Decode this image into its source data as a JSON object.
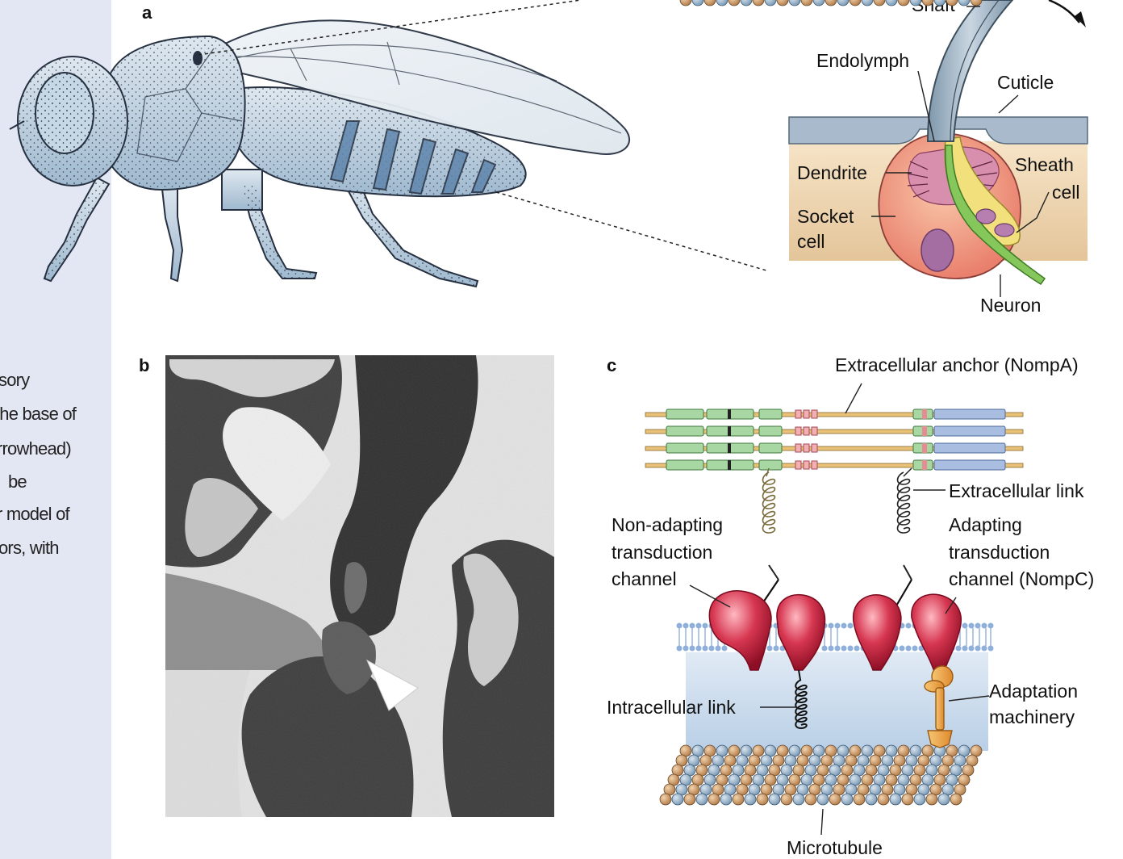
{
  "caption_fragments": [
    "sory",
    "the base of",
    "rrowhead)",
    "be",
    "r model of",
    "ors, with"
  ],
  "panels": {
    "a": "a",
    "b": "b",
    "c": "c"
  },
  "panel_a_labels": {
    "shaft": "Shaft",
    "endolymph": "Endolymph",
    "cuticle": "Cuticle",
    "dendrite": "Dendrite",
    "sheath_line1": "Sheath",
    "sheath_line2": "cell",
    "socket_line1": "Socket",
    "socket_line2": "cell",
    "neuron": "Neuron"
  },
  "panel_c_labels": {
    "anchor": "Extracellular anchor (NompA)",
    "extracellular_link": "Extracellular link",
    "nonadapt_line1": "Non-adapting",
    "nonadapt_line2": "transduction",
    "nonadapt_line3": "channel",
    "adapt_line1": "Adapting",
    "adapt_line2": "transduction",
    "adapt_line3": "channel (NompC)",
    "intracellular_link": "Intracellular link",
    "adaptation_line1": "Adaptation",
    "adaptation_line2": "machinery",
    "microtubule": "Microtubule"
  },
  "colors": {
    "sidebar": "#e3e6f3",
    "fly_body": "#b9cfe0",
    "cuticle": "#a9bccb",
    "tissue": "#ecd2ac",
    "socket_cell": "#ef9a84",
    "dendrite_pink": "#d27c9a",
    "neuron_green": "#7fc454",
    "sheath_yellow": "#f2e27a",
    "channel_red": "#c81e3c",
    "membrane_blue": "#bcd3ea",
    "microtubule_tan": "#c99562",
    "microtubule_blue": "#93b3cf"
  }
}
